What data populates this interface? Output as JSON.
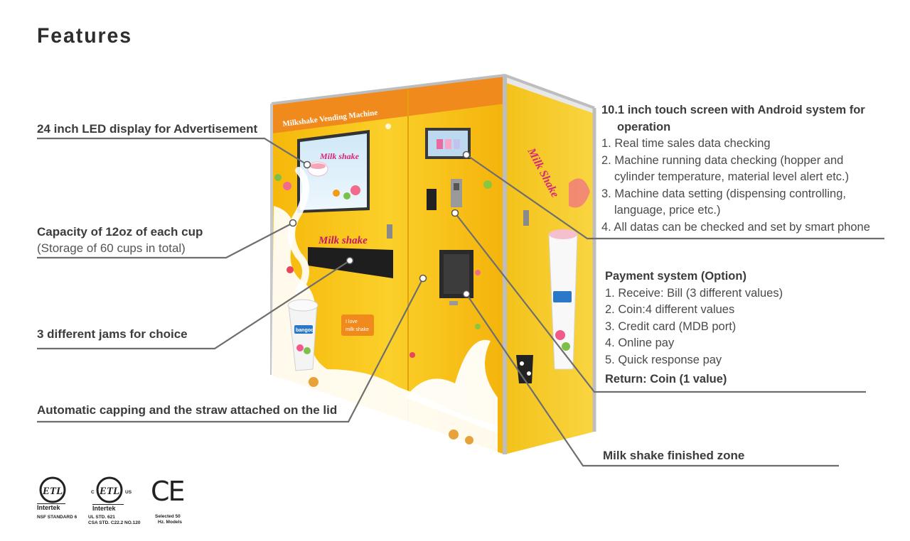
{
  "title": "Features",
  "left_labels": [
    {
      "text": "24 inch LED display for Advertisement"
    },
    {
      "text": "Capacity of 12oz of each cup",
      "sub": "(Storage of 60 cups in total)"
    },
    {
      "text": "3 different jams for choice"
    },
    {
      "text": "Automatic capping and the straw attached on the lid"
    }
  ],
  "touch_screen": {
    "heading_1": "10.1 inch touch screen with Android system for",
    "heading_2": "operation",
    "items": [
      "1. Real time sales data checking",
      "2. Machine running data checking (hopper and",
      "cylinder temperature, material level alert etc.)",
      "3. Machine data setting (dispensing controlling,",
      "language, price etc.)",
      "4. All datas can be checked and set by smart phone"
    ]
  },
  "payment": {
    "heading": "Payment system (Option)",
    "items": [
      "1. Receive: Bill (3 different values)",
      "2. Coin:4 different values",
      "3. Credit card (MDB port)",
      "4. Online pay",
      "5. Quick response  pay"
    ],
    "return": "Return: Coin (1 value)"
  },
  "finished_zone": "Milk shake finished zone",
  "machine": {
    "header_text": "Milkshake Vending Machine",
    "screen_brand": "Milk shake",
    "panel_text": "Milk shake",
    "side_text": "Milk Shake",
    "badge_text_1": "I love",
    "badge_text_2": "milk shake",
    "cup_brand": "bangoo"
  },
  "certs": {
    "etl1_sub": "Intertek",
    "etl1_note": "NSF STANDARD 6",
    "etl2_sub": "Intertek",
    "etl2_c": "C",
    "etl2_us": "US",
    "etl2_note_1": "UL    STD. 621",
    "etl2_note_2": "CSA  STD. C22.2   NO.120",
    "ce": "CE",
    "ce_note_1": "Selected 50",
    "ce_note_2": "Hz. Models",
    "etl_mark": "ETL"
  },
  "colors": {
    "machine_yellow": "#f9c712",
    "header_orange": "#f08a1c",
    "line_gray": "#6e6e6e"
  }
}
